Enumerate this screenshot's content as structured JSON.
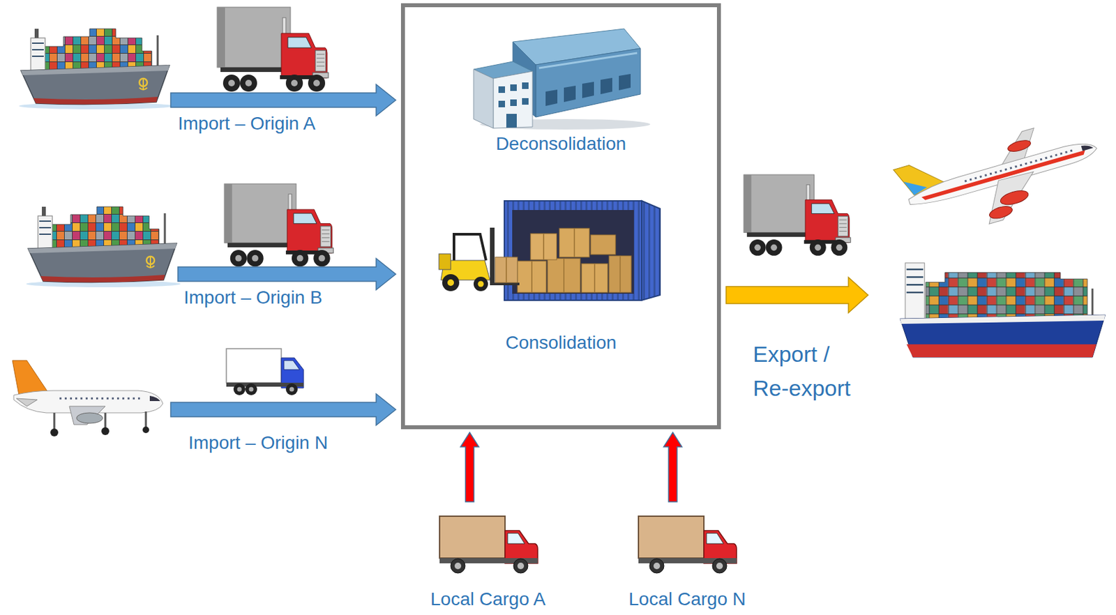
{
  "diagram": {
    "nodes": [
      {
        "text": [
          "Import – Origin A"
        ]
      },
      {
        "text": [
          "Import – Origin B"
        ]
      },
      {
        "text": [
          "Import – Origin N"
        ]
      },
      {
        "text": [
          "Deconsolidation",
          "Consolidation"
        ]
      },
      {
        "text": [
          "Export / Re-export"
        ]
      },
      {
        "text": [
          "Local Cargo A"
        ]
      },
      {
        "text": [
          "Local Cargo N"
        ]
      }
    ],
    "edges": [
      {
        "from": 0,
        "to": 3,
        "arrow": "to"
      },
      {
        "from": 1,
        "to": 3,
        "arrow": "to"
      },
      {
        "from": 2,
        "to": 3,
        "arrow": "to"
      },
      {
        "from": 3,
        "to": 4,
        "arrow": "to"
      },
      {
        "from": 5,
        "to": 3,
        "arrow": "to"
      },
      {
        "from": 6,
        "to": 3,
        "arrow": "to"
      }
    ]
  }
}
